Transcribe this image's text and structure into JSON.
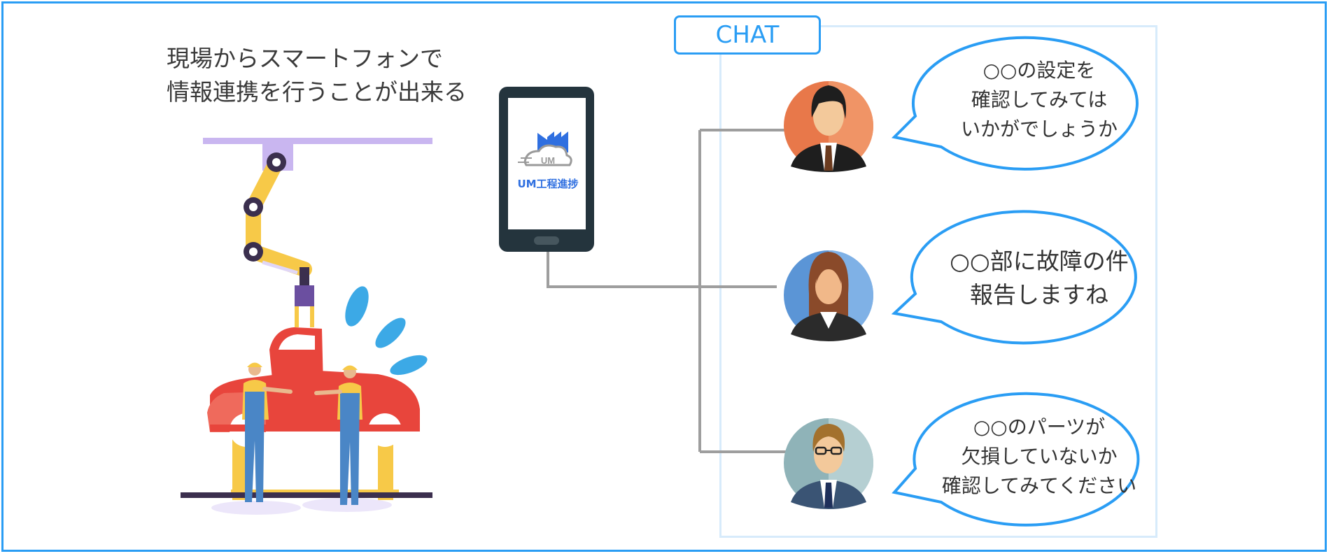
{
  "headline": {
    "line1": "現場からスマートフォンで",
    "line2": "情報連携を行うことが出来る"
  },
  "phone": {
    "app_name": "UM工程進捗",
    "logo_text": "UM"
  },
  "chat": {
    "tab_label": "CHAT",
    "messages": [
      {
        "lines": [
          "○○の設定を",
          "確認してみては",
          "いかがでしょうか"
        ]
      },
      {
        "lines": [
          "○○部に故障の件",
          "報告しますね"
        ]
      },
      {
        "lines": [
          "○○のパーツが",
          "欠損していないか",
          "確認してみてください"
        ]
      }
    ]
  },
  "colors": {
    "accent": "#2a9df4",
    "panel_border": "#d7ebfb",
    "connector": "#9e9e9e",
    "avatar1_bg": "#e8784a",
    "avatar2_bg": "#5b95d6",
    "avatar3_bg": "#8fb3b8"
  }
}
